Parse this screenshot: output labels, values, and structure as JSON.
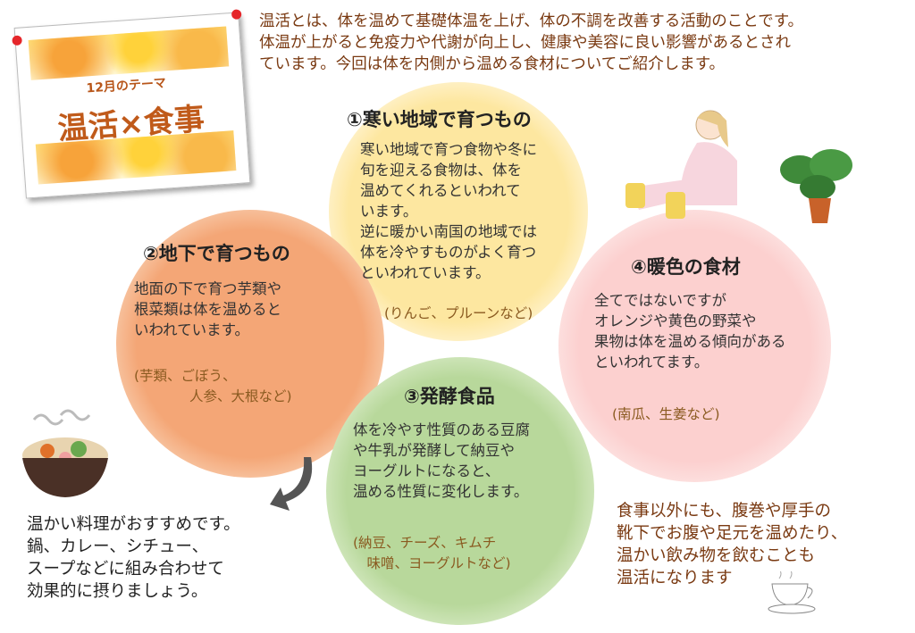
{
  "theme_card": {
    "month_label": "12月のテーマ",
    "title": "温活×食事"
  },
  "intro": "温活とは、体を温めて基礎体温を上げ、体の不調を改善する活動のことです。\n体温が上がると免疫力や代謝が向上し、健康や美容に良い影響があるとされ\nています。今回は体を内側から温める食材についてご紹介します。",
  "sections": [
    {
      "title": "①寒い地域で育つもの",
      "body": "寒い地域で育つ食物や冬に\n旬を迎える食物は、体を\n温めてくれるといわれて\nいます。\n逆に暖かい南国の地域では\n体を冷やすものがよく育つ\nといわれています。",
      "examples": "(りんご、プルーンなど)",
      "color": "#fde7a0"
    },
    {
      "title": "②地下で育つもの",
      "body": "地面の下で育つ芋類や\n根菜類は体を温めると\nいわれています。",
      "examples": "(芋類、ごぼう、\n　　　　人参、大根など)",
      "color": "#f4a676"
    },
    {
      "title": "③発酵食品",
      "body": "体を冷やす性質のある豆腐\nや牛乳が発酵して納豆や\nヨーグルトになると、\n温める性質に変化します。",
      "examples": "(納豆、チーズ、キムチ\n　味噌、ヨーグルトなど)",
      "color": "#b8d89b"
    },
    {
      "title": "④暖色の食材",
      "body": "全てではないですが\nオレンジや黄色の野菜や\n果物は体を温める傾向がある\nといわれてます。",
      "examples": "(南瓜、生姜など)",
      "color": "#fcd0cf"
    }
  ],
  "bottom_left": "温かい料理がおすすめです。\n鍋、カレー、シチュー、\nスープなどに組み合わせて\n効果的に摂りましょう。",
  "bottom_right": "食事以外にも、腹巻や厚手の\n靴下でお腹や足元を温めたり、\n温かい飲み物を飲むことも\n温活になります"
}
